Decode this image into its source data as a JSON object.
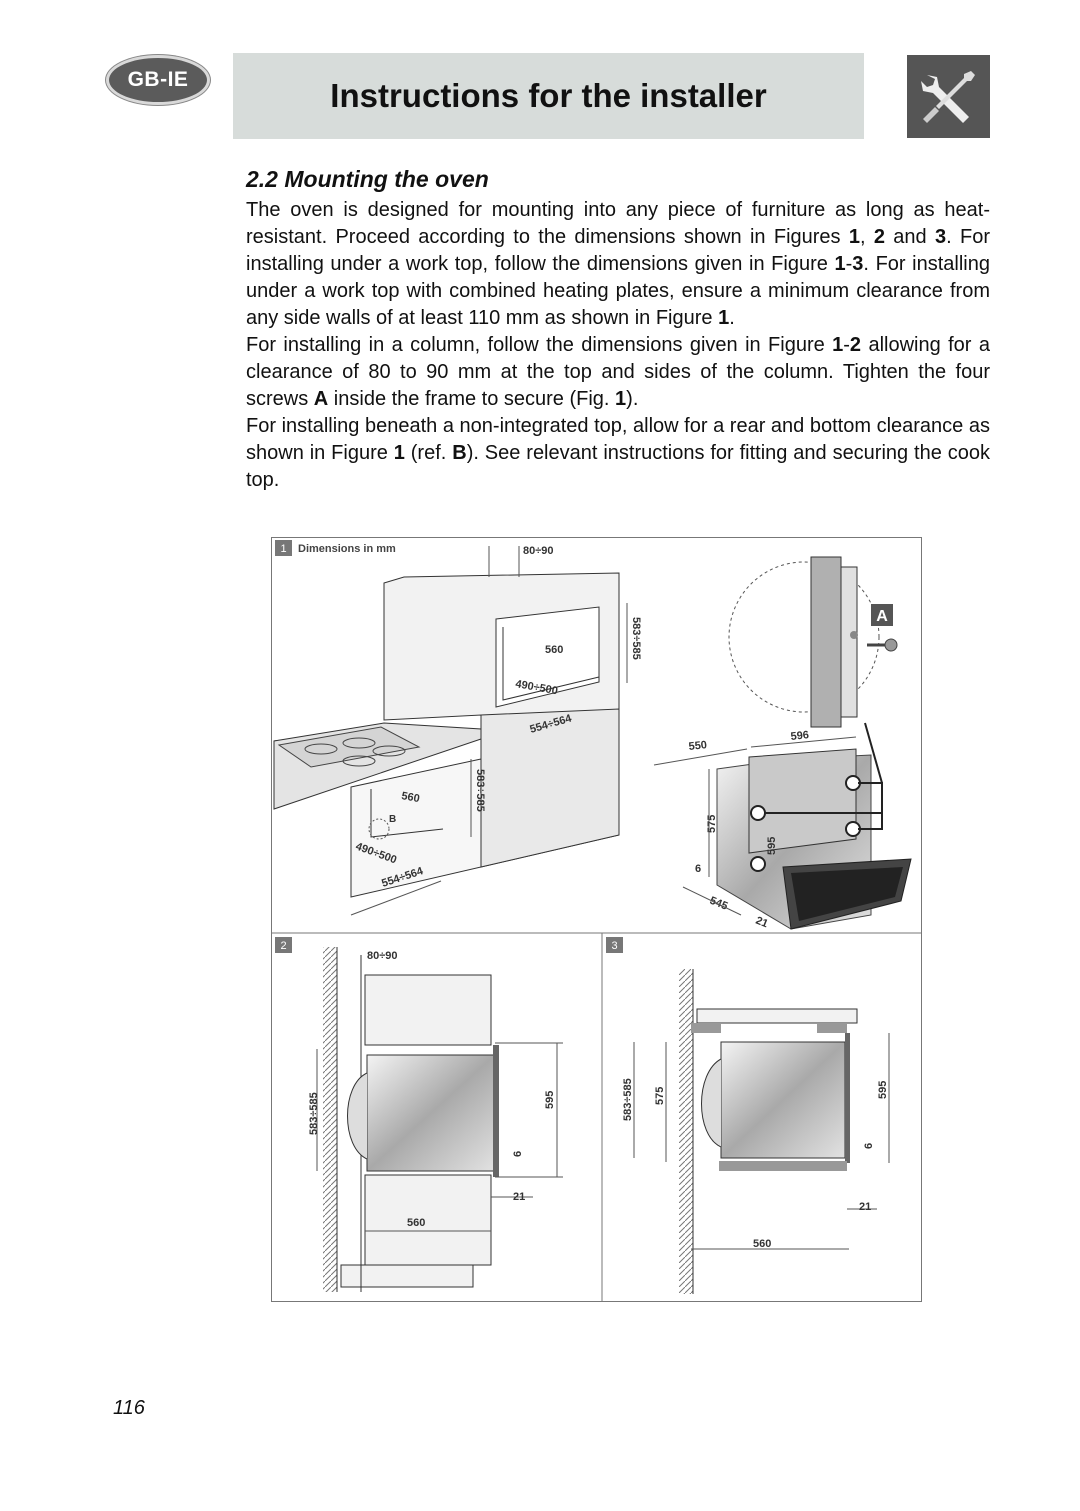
{
  "header": {
    "language_badge": "GB-IE",
    "title": "Instructions for the installer",
    "tool_icon": "wrench-screwdriver-icon"
  },
  "section": {
    "title": "2.2 Mounting the oven",
    "p1": {
      "t1": "The oven is designed for mounting into any piece of furniture as long as heat-resistant. Proceed according to the dimensions shown in Figures ",
      "b1": "1",
      "t2": ", ",
      "b2": "2",
      "t3": " and ",
      "b3": "3",
      "t4": ". For installing under a work top, follow the dimensions given in Figure ",
      "b4": "1",
      "t5": "-",
      "b5": "3",
      "t6": ". For installing under a work top with combined heating plates, ensure a minimum clearance from any side walls of at least 110 mm as shown in Figure ",
      "b6": "1",
      "t7": "."
    },
    "p2": {
      "t1": "For installing in a column, follow the dimensions given in Figure ",
      "b1": "1",
      "t2": "-",
      "b2": "2",
      "t3": " allowing for a clearance of 80 to 90 mm at the top and sides of the column. Tighten the four screws ",
      "b3": "A",
      "t4": " inside the frame to secure (Fig. ",
      "b4": "1",
      "t5": ")."
    },
    "p3": {
      "t1": "For installing beneath a non-integrated top, allow for a rear and bottom clearance as shown in Figure ",
      "b1": "1",
      "t2": " (ref. ",
      "b2": "B",
      "t3": "). See relevant instructions for fitting and securing the cook top."
    }
  },
  "figure1": {
    "number": "1",
    "caption": "Dimensions in mm",
    "dim_top": "80÷90",
    "column_width": "560",
    "column_height": "583÷585",
    "column_depth_a": "490÷500",
    "column_depth_b": "554÷564",
    "under_width": "560",
    "under_height": "583÷585",
    "under_depth_a": "490÷500",
    "under_depth_b": "554÷564",
    "ref_b": "B",
    "ref_a": "A",
    "oven_depth": "550",
    "oven_width": "596",
    "oven_height_inner": "575",
    "oven_height": "595",
    "oven_gap": "6",
    "oven_body_depth": "545",
    "oven_front": "21"
  },
  "figure2": {
    "number": "2",
    "dim_top": "80÷90",
    "niche_height": "583÷585",
    "oven_height": "595",
    "gap": "6",
    "front": "21",
    "width": "560"
  },
  "figure3": {
    "number": "3",
    "niche_height": "583÷585",
    "inner_height": "575",
    "oven_height": "595",
    "gap": "6",
    "front": "21",
    "width": "560"
  },
  "colors": {
    "banner_bg": "#d7dcda",
    "badge_bg": "#5b5b5b",
    "icon_box_bg": "#555555"
  },
  "footer": {
    "page_number": "116"
  }
}
